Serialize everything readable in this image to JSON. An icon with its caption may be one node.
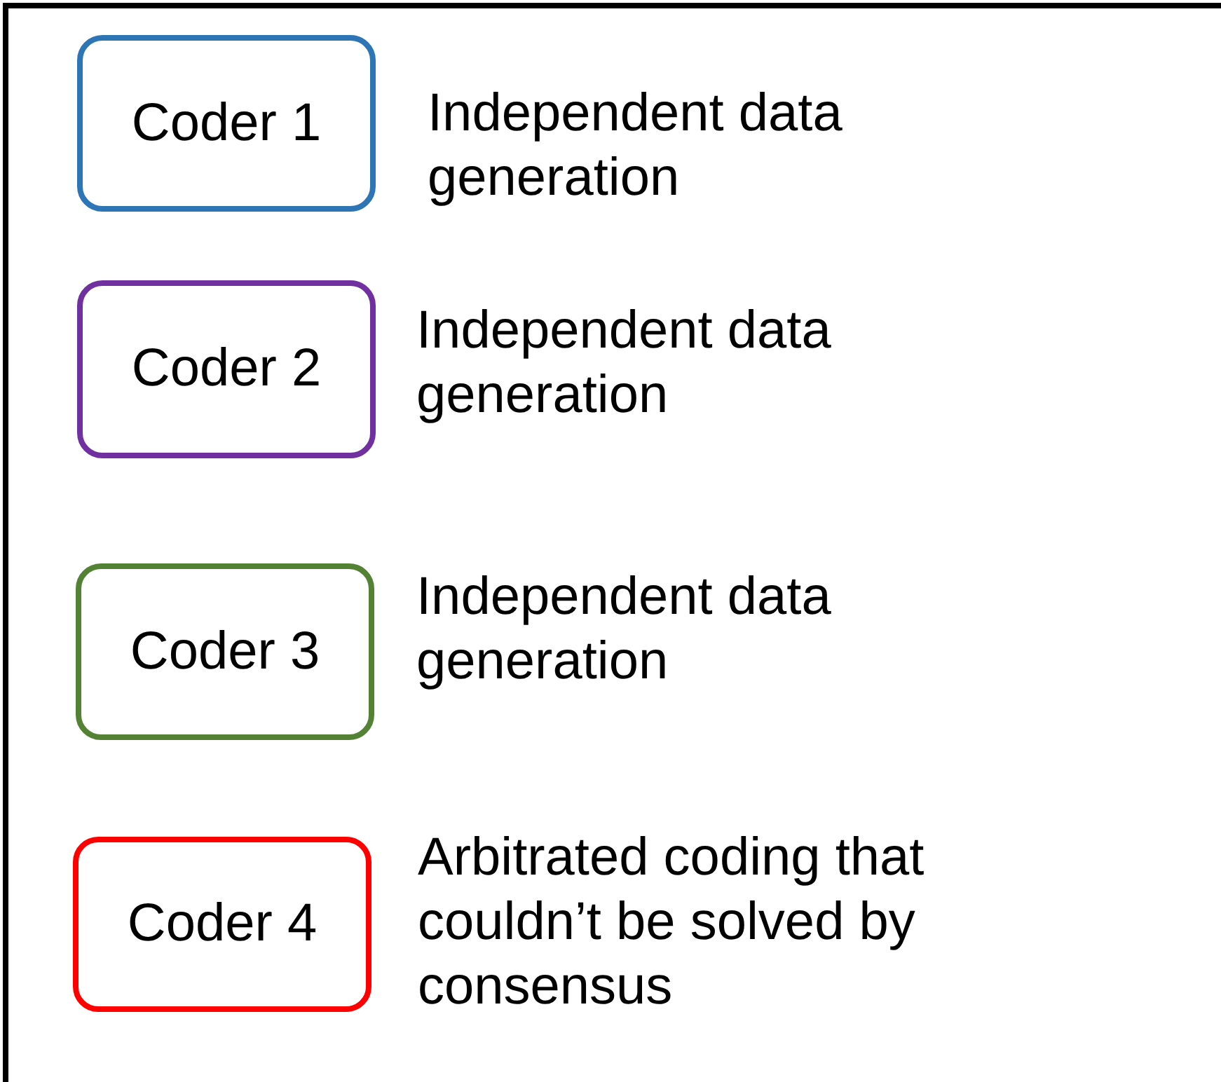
{
  "diagram": {
    "nodes": [
      {
        "text": [
          "Coder 1"
        ],
        "beside": [
          "Independent data generation"
        ]
      },
      {
        "text": [
          "Coder 2"
        ],
        "beside": [
          "Independent data generation"
        ]
      },
      {
        "text": [
          "Coder 3"
        ],
        "beside": [
          "Independent data generation"
        ]
      },
      {
        "text": [
          "Coder 4"
        ],
        "beside": [
          "Arbitrated coding that couldn’t be solved by consensus"
        ]
      }
    ],
    "edges": []
  }
}
